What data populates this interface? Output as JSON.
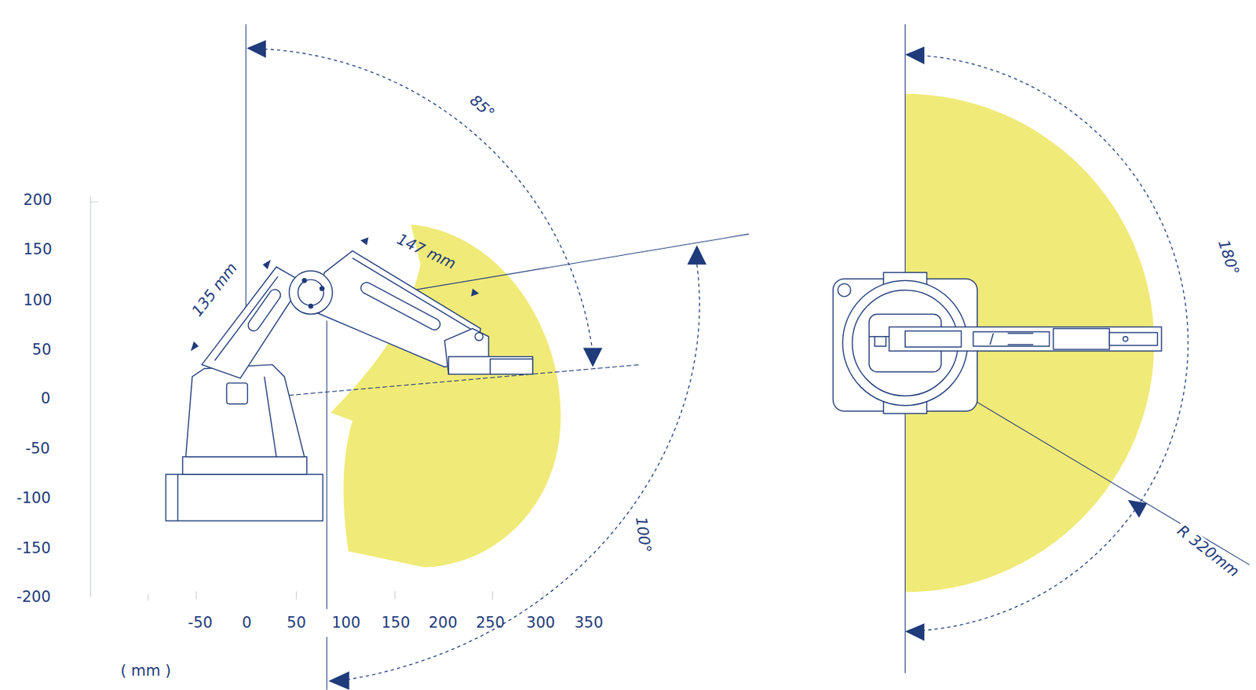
{
  "diagram": {
    "labels": [
      "200",
      "150",
      "100",
      "50",
      "0",
      "-50",
      "-100",
      "-150",
      "-200",
      "-50",
      "0",
      "50",
      "100",
      "150",
      "200",
      "250",
      "300",
      "350",
      "( mm )",
      "135 mm",
      "147 mm",
      "85°",
      "100°",
      "180°",
      "R 320mm"
    ]
  }
}
